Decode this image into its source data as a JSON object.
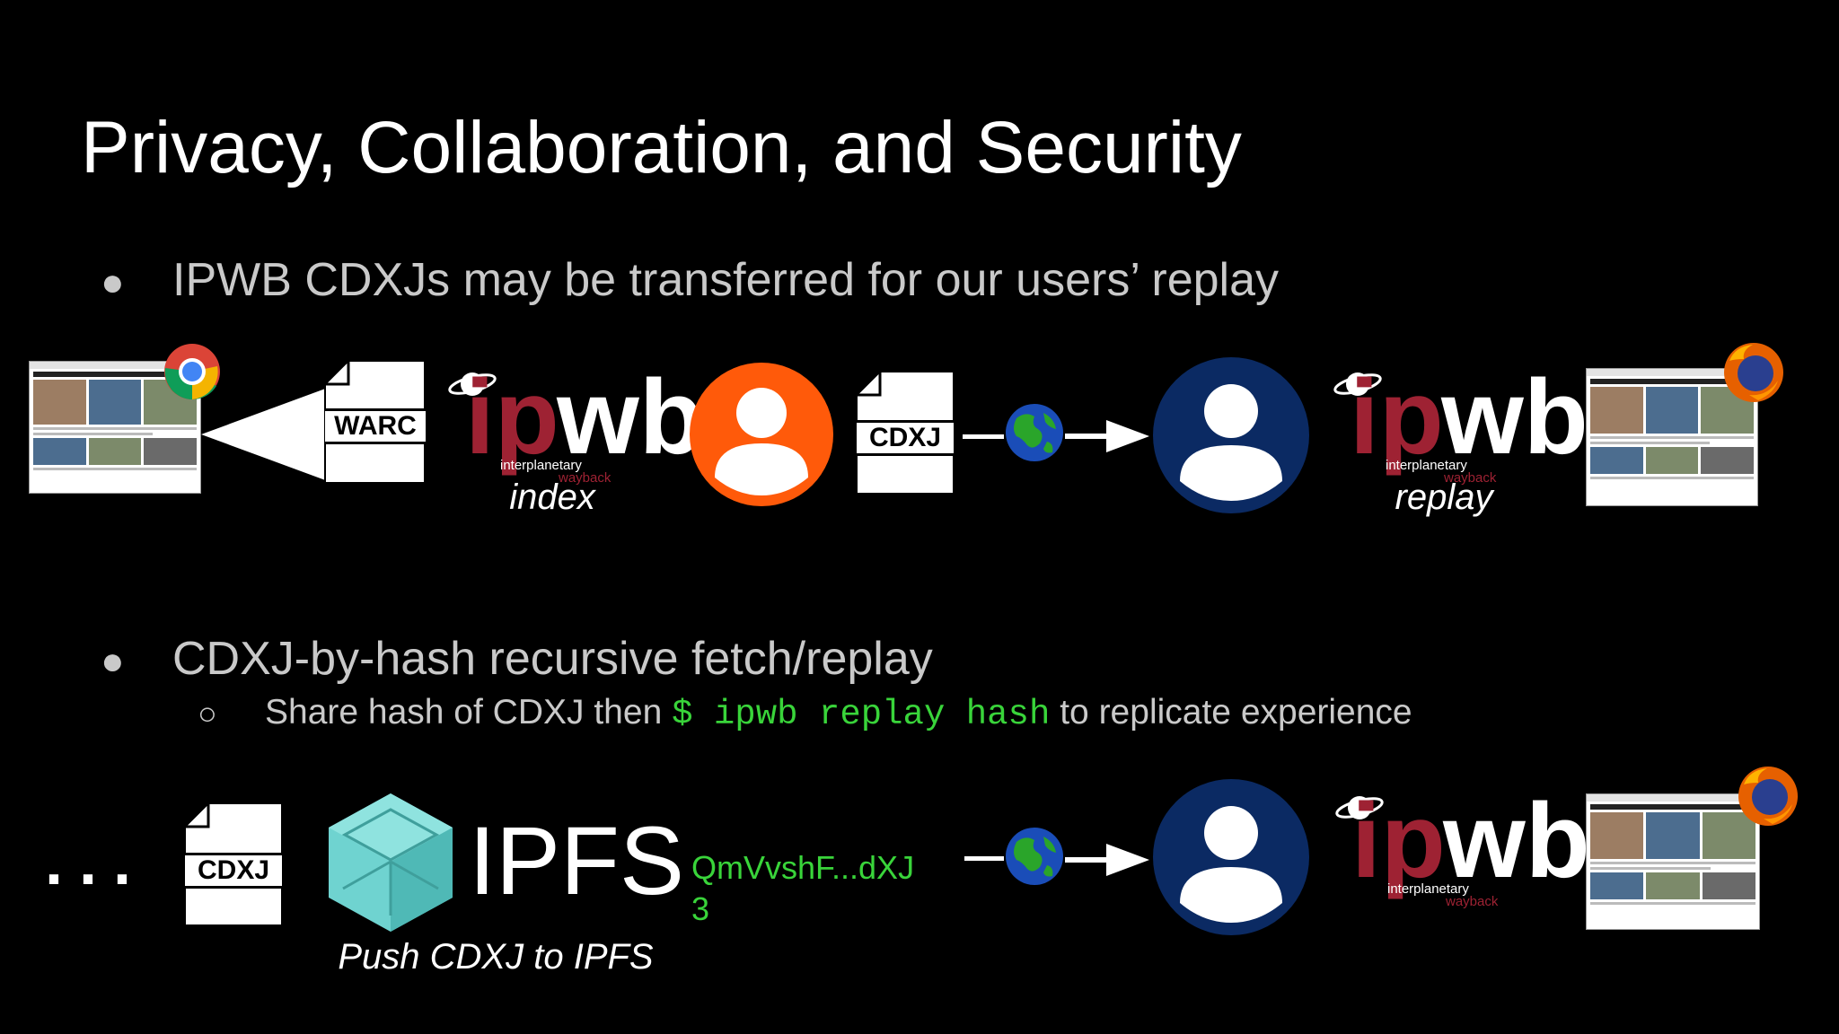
{
  "title": "Privacy, Collaboration, and Security",
  "bullets": [
    {
      "text": "IPWB CDXJs may be transferred for our users’ replay"
    },
    {
      "text": "CDXJ-by-hash recursive fetch/replay"
    }
  ],
  "sub_bullet": {
    "prefix": "Share hash of CDXJ then ",
    "command": "$ ipwb replay hash",
    "suffix": " to replicate experience"
  },
  "bullet_glyph": "●",
  "sub_bullet_glyph": "○",
  "docs": {
    "warc": "WARC",
    "cdxj": "CDXJ"
  },
  "ipwb_logo": {
    "ip": "ip",
    "wb": "wb",
    "line1": "interplanetary",
    "line2": "wayback"
  },
  "captions": {
    "index": "index",
    "replay": "replay",
    "push": "Push CDXJ to IPFS"
  },
  "ipfs_label": "IPFS",
  "hash": {
    "line1": "QmVvshF...dXJ",
    "line2": "3"
  },
  "ellipsis": "...",
  "colors": {
    "ipwb_red": "#9e2233",
    "hash_green": "#39d43a",
    "user_orange": "#ff5a0a",
    "user_navy": "#0b2a63",
    "ipfs_teal": "#6fd3d0"
  },
  "icons": [
    "chrome-icon",
    "firefox-icon",
    "globe-icon",
    "user-icon",
    "document-icon",
    "ipfs-cube-icon",
    "satellite-icon"
  ]
}
